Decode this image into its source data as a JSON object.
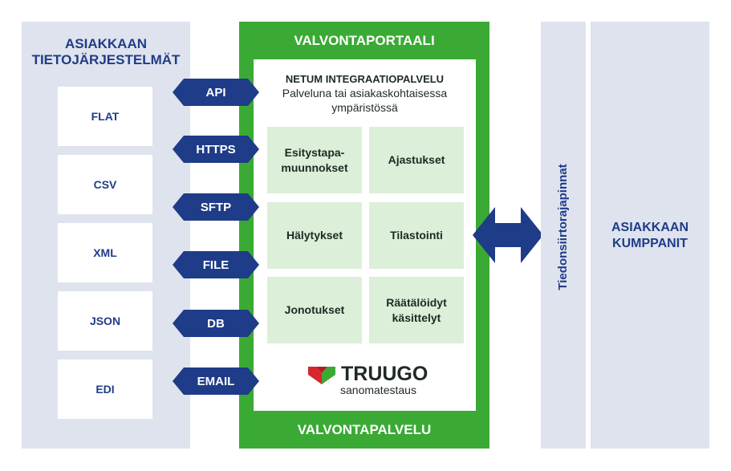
{
  "left_panel": {
    "title_line1": "ASIAKKAAN",
    "title_line2": "TIETOJÄRJESTELMÄT",
    "formats": [
      "FLAT",
      "CSV",
      "XML",
      "JSON",
      "EDI"
    ]
  },
  "protocols": [
    "API",
    "HTTPS",
    "SFTP",
    "FILE",
    "DB",
    "EMAIL"
  ],
  "center": {
    "top_title": "VALVONTAPORTAALI",
    "bottom_title": "VALVONTAPALVELU",
    "service_title": "NETUM INTEGRAATIOPALVELU",
    "service_subtitle_line1": "Palveluna tai asiakaskohtaisessa",
    "service_subtitle_line2": "ympäristössä",
    "features": [
      {
        "line1": "Esitystapa-",
        "line2": "muunnokset"
      },
      {
        "line1": "Ajastukset",
        "line2": ""
      },
      {
        "line1": "Hälytykset",
        "line2": ""
      },
      {
        "line1": "Tilastointi",
        "line2": ""
      },
      {
        "line1": "Jonotukset",
        "line2": ""
      },
      {
        "line1": "Räätälöidyt",
        "line2": "käsittelyt"
      }
    ],
    "logo": {
      "name": "TRUUGO",
      "tagline": "sanomatestaus"
    }
  },
  "transfer_label": "Tiedonsiirtorajapinnat",
  "right_panel": {
    "title_line1": "ASIAKKAAN",
    "title_line2": "KUMPPANIT"
  },
  "colors": {
    "gray_panel": "#dfe3ee",
    "navy": "#1f3c88",
    "green": "#3aaa35",
    "feature_fill": "#dcefd8",
    "logo_red": "#d7262e",
    "logo_green": "#3aaa35"
  }
}
